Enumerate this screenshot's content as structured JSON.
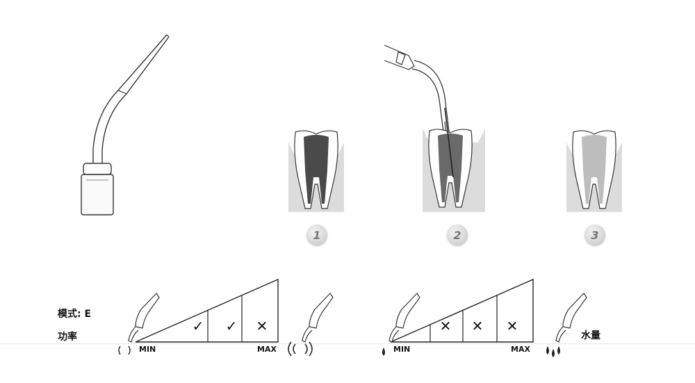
{
  "steps": [
    "1",
    "2",
    "3"
  ],
  "mode_label": "模式: E",
  "power_label": "功率",
  "water_label": "水量",
  "power_scale": {
    "min": "MIN",
    "max": "MAX",
    "marks": [
      "",
      "✓",
      "✓",
      "✕"
    ]
  },
  "water_scale": {
    "min": "MIN",
    "max": "MAX",
    "marks": [
      "",
      "✕",
      "✕",
      "✕"
    ]
  }
}
